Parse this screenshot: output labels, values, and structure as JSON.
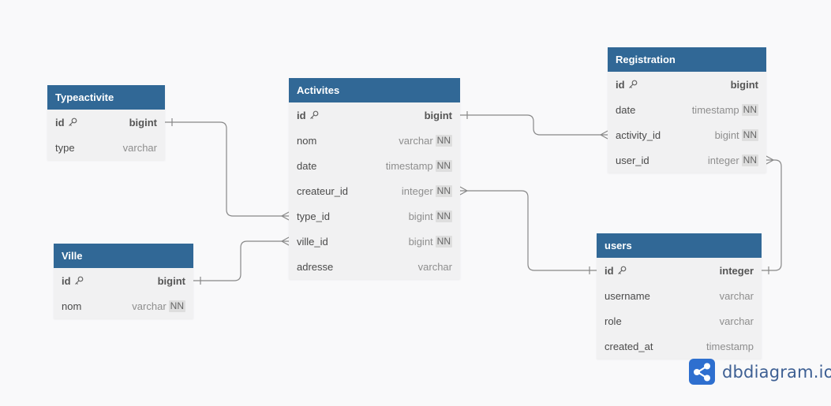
{
  "colors": {
    "header_bg": "#316896",
    "header_text": "#ffffff",
    "body_bg": "#f1f1f2",
    "connector": "#888888",
    "brand_blue": "#2e6fcf"
  },
  "tables": {
    "registration": {
      "name": "Registration",
      "fields": [
        {
          "name": "id",
          "type": "bigint",
          "pk": true,
          "nn": false
        },
        {
          "name": "date",
          "type": "timestamp",
          "pk": false,
          "nn": true
        },
        {
          "name": "activity_id",
          "type": "bigint",
          "pk": false,
          "nn": true
        },
        {
          "name": "user_id",
          "type": "integer",
          "pk": false,
          "nn": true
        }
      ]
    },
    "typeactivite": {
      "name": "Typeactivite",
      "fields": [
        {
          "name": "id",
          "type": "bigint",
          "pk": true,
          "nn": false
        },
        {
          "name": "type",
          "type": "varchar",
          "pk": false,
          "nn": false
        }
      ]
    },
    "activites": {
      "name": "Activites",
      "fields": [
        {
          "name": "id",
          "type": "bigint",
          "pk": true,
          "nn": false
        },
        {
          "name": "nom",
          "type": "varchar",
          "pk": false,
          "nn": true
        },
        {
          "name": "date",
          "type": "timestamp",
          "pk": false,
          "nn": true
        },
        {
          "name": "createur_id",
          "type": "integer",
          "pk": false,
          "nn": true
        },
        {
          "name": "type_id",
          "type": "bigint",
          "pk": false,
          "nn": true
        },
        {
          "name": "ville_id",
          "type": "bigint",
          "pk": false,
          "nn": true
        },
        {
          "name": "adresse",
          "type": "varchar",
          "pk": false,
          "nn": false
        }
      ]
    },
    "ville": {
      "name": "Ville",
      "fields": [
        {
          "name": "id",
          "type": "bigint",
          "pk": true,
          "nn": false
        },
        {
          "name": "nom",
          "type": "varchar",
          "pk": false,
          "nn": true
        }
      ]
    },
    "users": {
      "name": "users",
      "fields": [
        {
          "name": "id",
          "type": "integer",
          "pk": true,
          "nn": false
        },
        {
          "name": "username",
          "type": "varchar",
          "pk": false,
          "nn": false
        },
        {
          "name": "role",
          "type": "varchar",
          "pk": false,
          "nn": false
        },
        {
          "name": "created_at",
          "type": "timestamp",
          "pk": false,
          "nn": false
        }
      ]
    }
  },
  "relationships": [
    {
      "from": "typeactivite.id",
      "to": "activites.type_id",
      "cardinality": "one-to-many"
    },
    {
      "from": "ville.id",
      "to": "activites.ville_id",
      "cardinality": "one-to-many"
    },
    {
      "from": "activites.id",
      "to": "registration.activity_id",
      "cardinality": "one-to-many"
    },
    {
      "from": "users.id",
      "to": "activites.createur_id",
      "cardinality": "one-to-many"
    },
    {
      "from": "users.id",
      "to": "registration.user_id",
      "cardinality": "one-to-many"
    }
  ],
  "nn_label": "NN",
  "brand": {
    "name": "dbdiagram.io",
    "icon": "share-nodes-logo-icon"
  }
}
